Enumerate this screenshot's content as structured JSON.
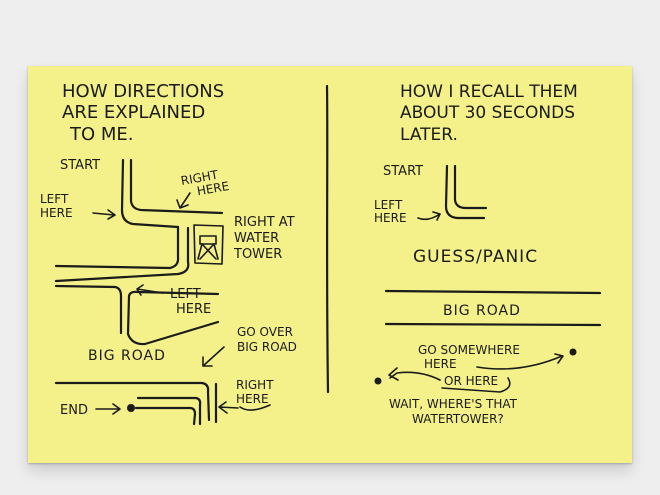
{
  "left_column": {
    "heading": [
      "How directions",
      "are explained",
      "to me."
    ],
    "labels": {
      "start": "START",
      "left_here_1": [
        "LEFT",
        "HERE"
      ],
      "right_here_1": [
        "RIGHT",
        "HERE"
      ],
      "right_at_water_tower": [
        "RIGHT AT",
        "WATER",
        "TOWER"
      ],
      "left_here_2": [
        "LEFT",
        "HERE"
      ],
      "go_over_big_road": [
        "GO OVER",
        "BIG ROAD"
      ],
      "big_road": "BIG ROAD",
      "right_here_2": [
        "RIGHT",
        "HERE"
      ],
      "end": "END"
    }
  },
  "right_column": {
    "heading": [
      "How I recall them",
      "about 30 seconds",
      "later."
    ],
    "labels": {
      "start": "START",
      "left_here": [
        "LEFT",
        "HERE"
      ],
      "guess_panic": "GUESS/PANIC",
      "big_road": "BIG ROAD",
      "go_somewhere_here": [
        "GO SOMEWHERE",
        "HERE"
      ],
      "or_here": "OR HERE",
      "wait_where": [
        "WAIT, WHERE'S THAT",
        "WATERTOWER?"
      ]
    }
  },
  "colors": {
    "note": "#f4f08a",
    "ink": "#1b1b1b",
    "background": "#eeeeee"
  }
}
